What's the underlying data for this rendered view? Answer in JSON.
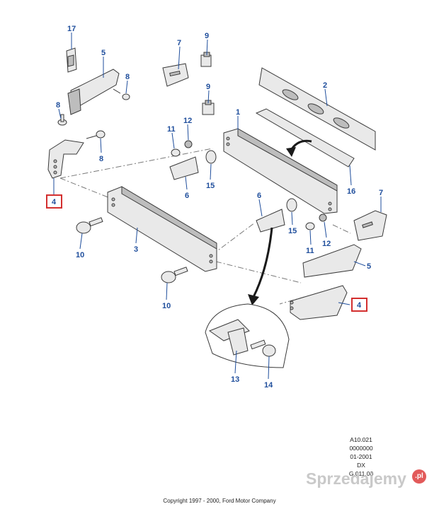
{
  "diagram": {
    "callouts": {
      "c17": "17",
      "c5a": "5",
      "c8a": "8",
      "c8b": "8",
      "c8c": "8",
      "c4a": "4",
      "c7a": "7",
      "c9a": "9",
      "c9b": "9",
      "c2": "2",
      "c1": "1",
      "c11a": "11",
      "c12a": "12",
      "c6a": "6",
      "c15a": "15",
      "c16": "16",
      "c3": "3",
      "c10a": "10",
      "c10b": "10",
      "c6b": "6",
      "c15b": "15",
      "c11b": "11",
      "c12b": "12",
      "c7b": "7",
      "c5b": "5",
      "c4b": "4",
      "c13": "13",
      "c14": "14"
    },
    "highlighted_callouts": [
      "4"
    ]
  },
  "meta": {
    "ref": "A10.021",
    "code": "0000000",
    "date": "01-2001",
    "side": "DX",
    "id": "G.011.00"
  },
  "copyright": "Copyright 1997 - 2000, Ford Motor Company",
  "watermark": {
    "text": "Sprzedajemy",
    "badge": ".pl"
  }
}
